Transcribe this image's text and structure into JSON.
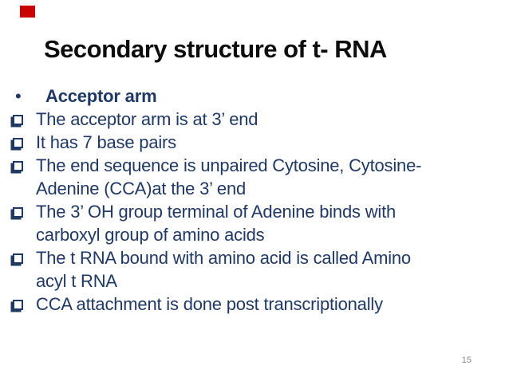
{
  "slide": {
    "colors": {
      "background": "#ffffff",
      "marker_red": "#cb0000",
      "title_text": "#0d0d0d",
      "body_text": "#1f3864",
      "page_number": "#8c8c8c"
    },
    "title": "Secondary structure of t- RNA",
    "bullets": [
      {
        "marker": "dot",
        "bold": true,
        "text": "Acceptor arm"
      },
      {
        "marker": "checkbox",
        "bold": false,
        "text": "The acceptor arm is at 3’ end"
      },
      {
        "marker": "checkbox",
        "bold": false,
        "text": "It has 7 base pairs"
      },
      {
        "marker": "checkbox",
        "bold": false,
        "text": "The end sequence is unpaired Cytosine, Cytosine-\nAdenine (CCA)at the 3’ end"
      },
      {
        "marker": "checkbox",
        "bold": false,
        "text": "The 3’ OH group terminal of Adenine binds with\ncarboxyl group of amino acids"
      },
      {
        "marker": "checkbox",
        "bold": false,
        "text": "The t RNA bound with amino acid is called Amino\nacyl t RNA"
      },
      {
        "marker": "checkbox",
        "bold": false,
        "text": "CCA attachment is done post transcriptionally"
      }
    ],
    "page_number": "15"
  }
}
